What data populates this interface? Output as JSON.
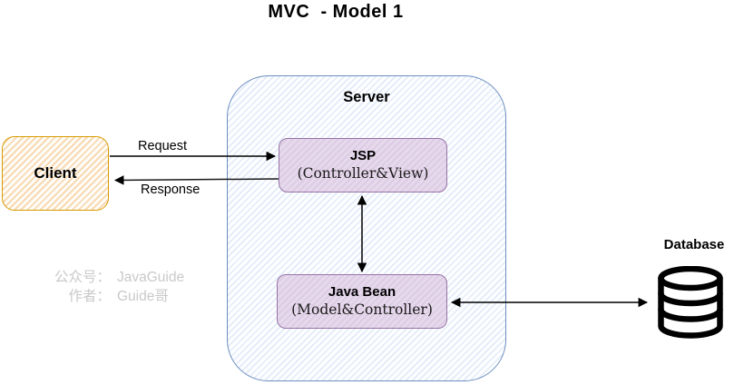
{
  "title": "MVC  - Model 1",
  "client": {
    "label": "Client"
  },
  "server": {
    "label": "Server",
    "modules": {
      "jsp": {
        "title": "JSP",
        "subtitle": "(Controller&View)"
      },
      "bean": {
        "title": "Java Bean",
        "subtitle": "(Model&Controller)"
      }
    }
  },
  "database": {
    "label": "Database",
    "icon": "database-cylinder-icon"
  },
  "arrows": {
    "request_label": "Request",
    "response_label": "Response"
  },
  "watermark": {
    "lines": [
      {
        "label": "公众号：",
        "value": "JavaGuide"
      },
      {
        "label": "作者：",
        "value": "Guide哥"
      }
    ]
  },
  "colors": {
    "client_border": "#d79b00",
    "client_hatch": "#f8d9b4",
    "server_border": "#6c8ebf",
    "server_hatch": "#d7e3f5",
    "module_border": "#9673a6",
    "module_fill": "#e1d5e7",
    "arrow": "#000000",
    "watermark_text": "#c9c9c9",
    "title_text": "#000000"
  }
}
